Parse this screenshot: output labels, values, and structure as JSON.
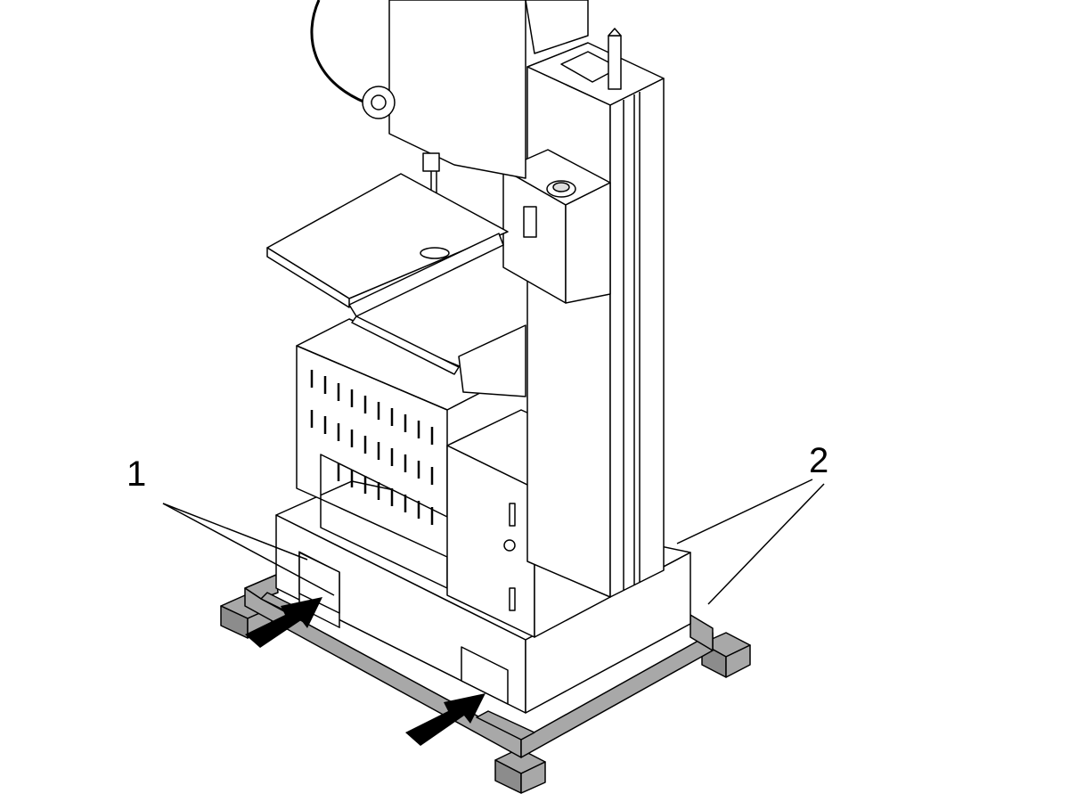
{
  "callouts": [
    {
      "label": "1",
      "points_to": "forklift-slots"
    },
    {
      "label": "2",
      "points_to": "shipping-pallet"
    }
  ],
  "colors": {
    "outline": "#000000",
    "pallet": "#a8a8a8",
    "pallet_dark": "#8c8c8c",
    "arrow": "#000000",
    "body": "#ffffff"
  }
}
